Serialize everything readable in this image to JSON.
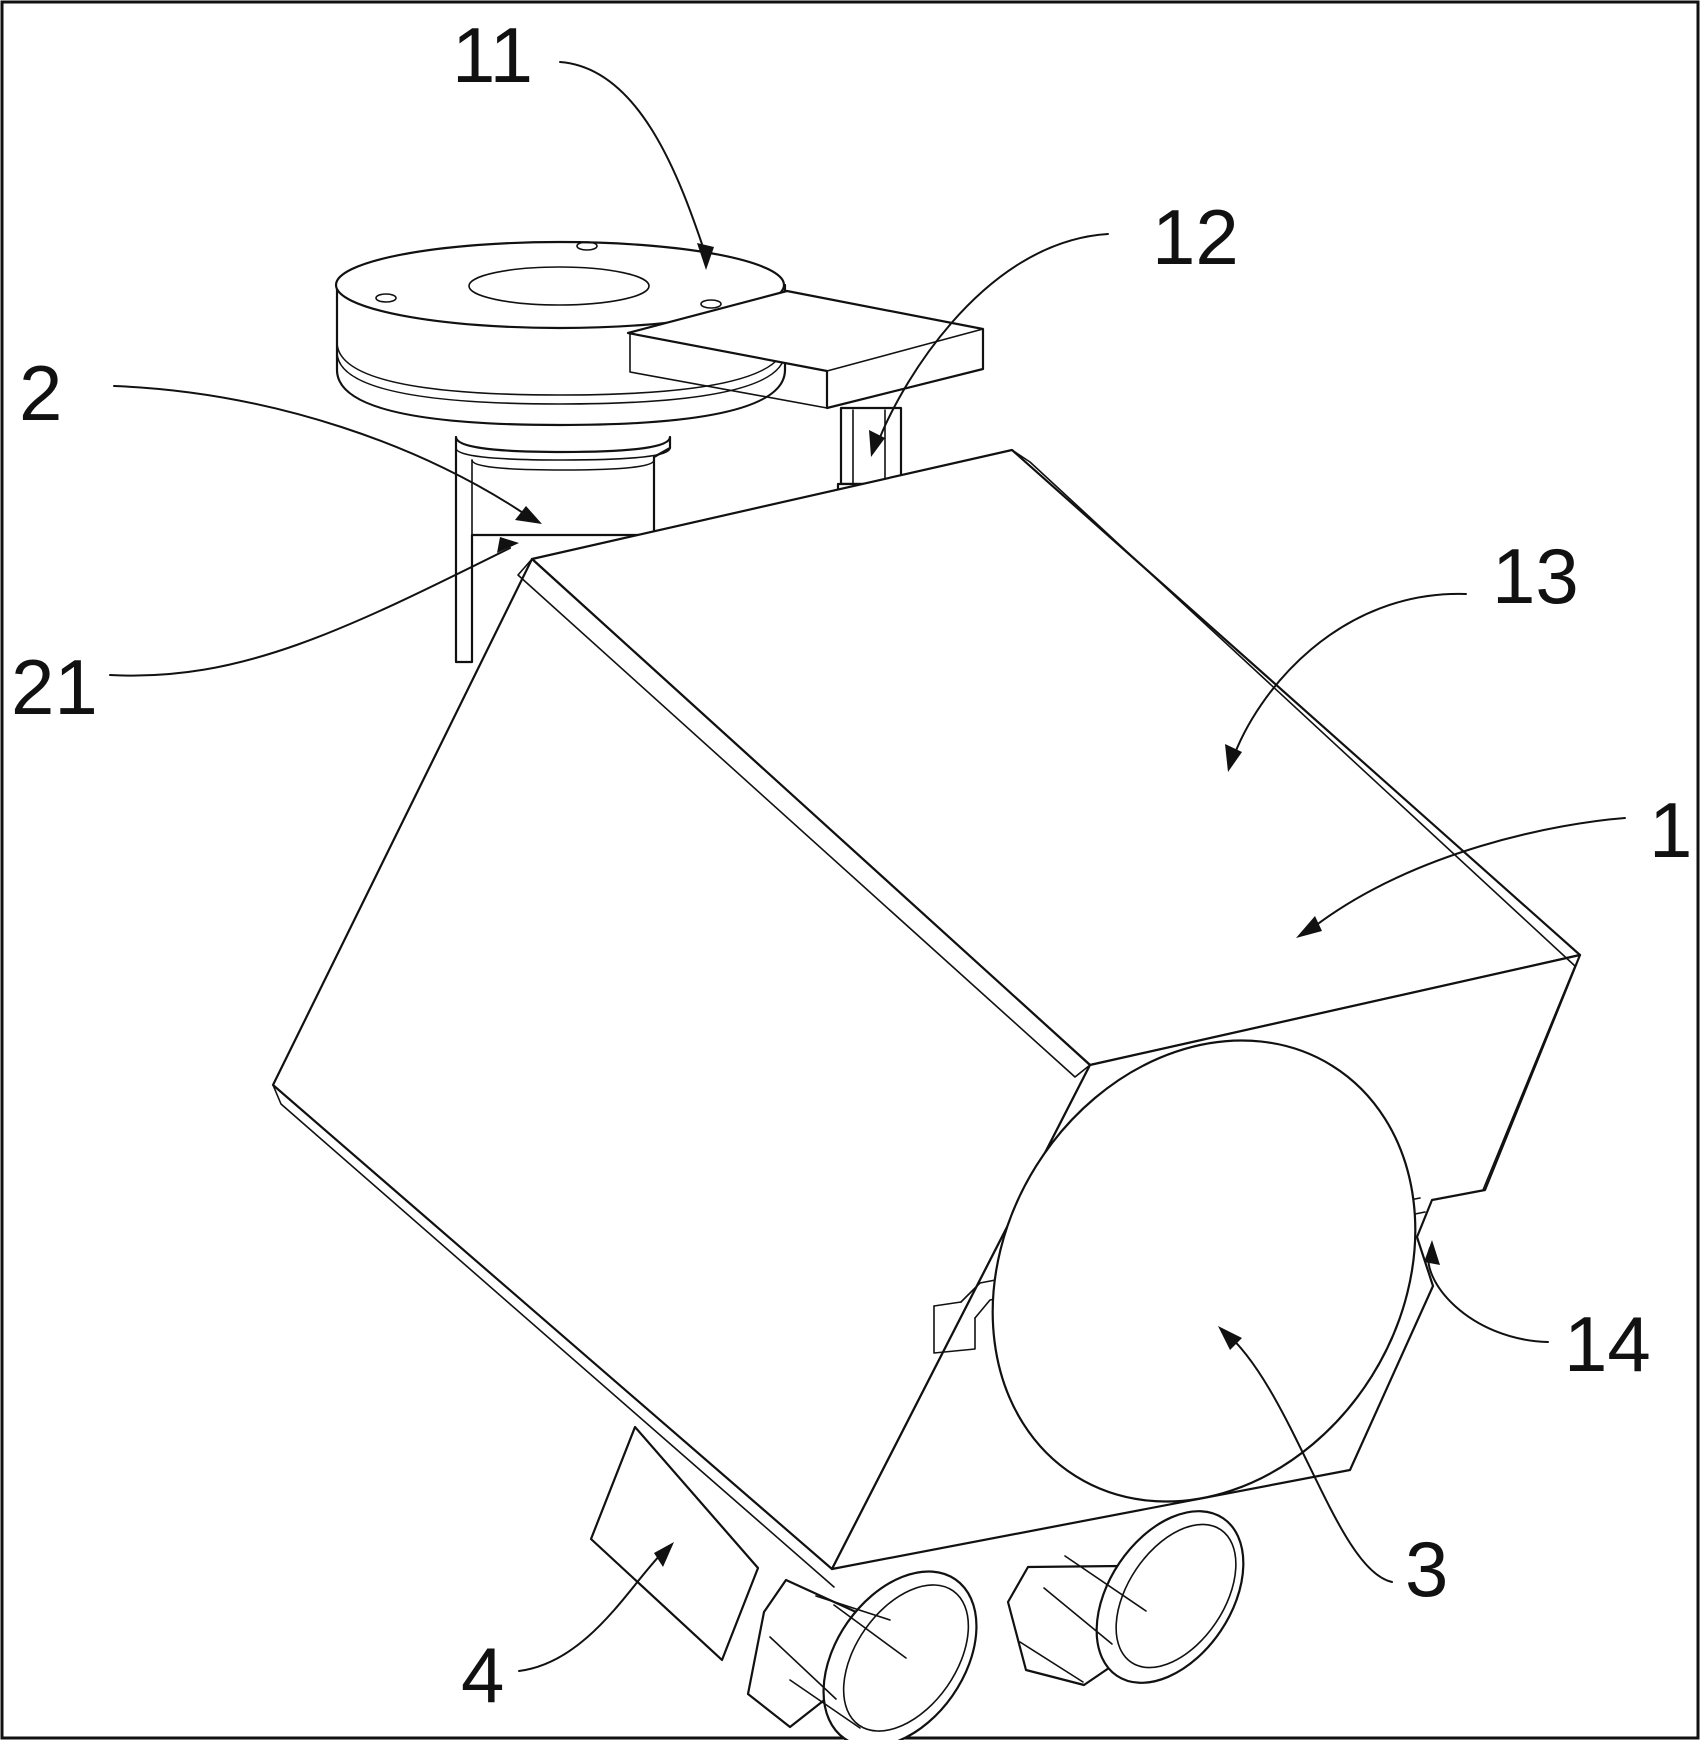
{
  "figure": {
    "labels": [
      {
        "id": "11",
        "text": "11"
      },
      {
        "id": "12",
        "text": "12"
      },
      {
        "id": "2",
        "text": "2"
      },
      {
        "id": "21",
        "text": "21"
      },
      {
        "id": "13",
        "text": "13"
      },
      {
        "id": "1",
        "text": "1"
      },
      {
        "id": "14",
        "text": "14"
      },
      {
        "id": "3",
        "text": "3"
      },
      {
        "id": "4",
        "text": "4"
      }
    ],
    "line_color": "#111111",
    "background_color": "#ffffff"
  }
}
